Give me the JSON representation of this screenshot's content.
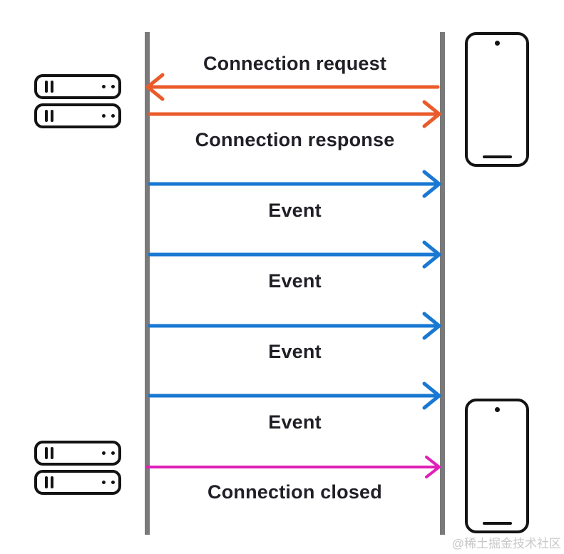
{
  "diagram_type": "sequence-diagram",
  "messages": [
    {
      "label": "Connection request",
      "direction": "right-to-left",
      "color": "orange"
    },
    {
      "label": "Connection response",
      "direction": "left-to-right",
      "color": "orange"
    },
    {
      "label": "Event",
      "direction": "left-to-right",
      "color": "blue"
    },
    {
      "label": "Event",
      "direction": "left-to-right",
      "color": "blue"
    },
    {
      "label": "Event",
      "direction": "left-to-right",
      "color": "blue"
    },
    {
      "label": "Event",
      "direction": "left-to-right",
      "color": "blue"
    },
    {
      "label": "Connection closed",
      "direction": "left-to-right",
      "color": "magenta"
    }
  ],
  "icons": {
    "left_top": "server-stack-icon",
    "left_bottom": "server-stack-icon",
    "right_top": "smartphone-icon",
    "right_bottom": "smartphone-icon"
  },
  "watermark": {
    "text": "@稀土掘金技术社区"
  },
  "colors": {
    "orange": "#EA5B2B",
    "blue": "#1878D2",
    "magenta": "#E01FB8",
    "lifeline": "#7A7A7A",
    "text": "#201F26",
    "icon": "#131313",
    "watermark": "#C8C8C8"
  }
}
